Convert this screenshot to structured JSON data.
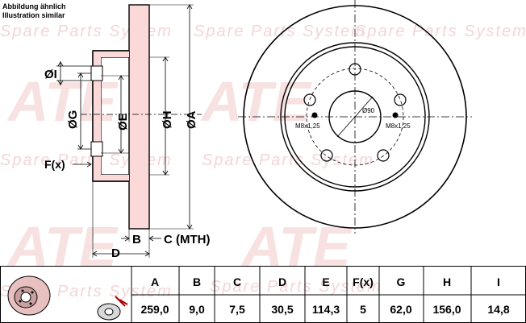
{
  "notice": {
    "line1": "Abbildung ähnlich",
    "line2": "Illustration similar"
  },
  "watermark": {
    "text": "Spare Parts System",
    "brand": "ATE"
  },
  "dimension_labels": {
    "I": "ØI",
    "G": "ØG",
    "E": "ØE",
    "H": "ØH",
    "A": "ØA",
    "F": "F(x)",
    "B": "B",
    "C": "C (MTH)",
    "D": "D"
  },
  "front_view": {
    "center_bore": "Ø90",
    "thread_left": "M8x1,25",
    "thread_right": "M8x1,25"
  },
  "table": {
    "headers": [
      "A",
      "B",
      "C",
      "D",
      "E",
      "F(x)",
      "G",
      "H",
      "I"
    ],
    "values": [
      "259,0",
      "9,0",
      "7,5",
      "30,5",
      "114,3",
      "5",
      "62,0",
      "156,0",
      "14,8"
    ]
  },
  "colors": {
    "line": "#000000",
    "watermark": "#f3d6d6"
  }
}
